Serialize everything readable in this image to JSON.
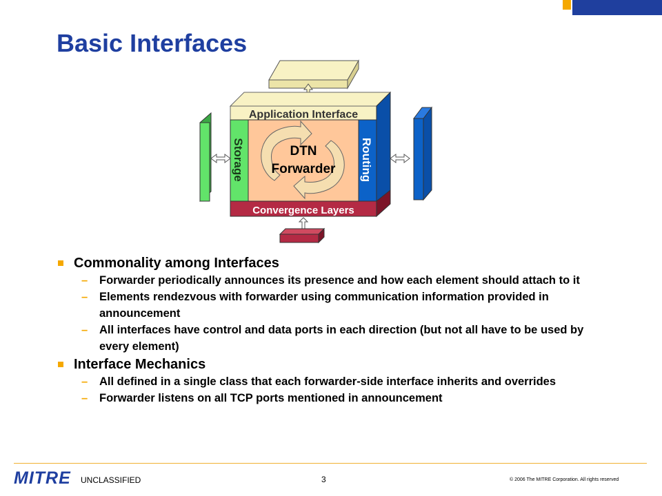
{
  "slide": {
    "title": "Basic Interfaces"
  },
  "diagram": {
    "top_label": "Application Interface",
    "left_label": "Storage",
    "right_label": "Routing",
    "bottom_label": "Convergence Layers",
    "center_line1": "DTN",
    "center_line2": "Forwarder",
    "colors": {
      "app": "#f8f2c4",
      "storage": "#62e46a",
      "routing": "#0c62c8",
      "convergence": "#b42a44",
      "center": "#ffc79a",
      "arrow": "#f5deb0"
    }
  },
  "bullets": [
    {
      "text": "Commonality among Interfaces",
      "subs": [
        "Forwarder periodically announces its presence and how each element should attach to it",
        "Elements rendezvous with forwarder using communication information provided in announcement",
        "All interfaces have control and data ports in each direction (but not all have to be used by every element)"
      ]
    },
    {
      "text": "Interface Mechanics",
      "subs": [
        "All defined in a single class that each forwarder-side interface inherits and overrides",
        "Forwarder listens on all TCP ports mentioned in announcement"
      ]
    }
  ],
  "footer": {
    "logo": "MITRE",
    "classification": "UNCLASSIFIED",
    "page_number": "3",
    "copyright": "© 2006 The MITRE Corporation. All rights reserved"
  }
}
